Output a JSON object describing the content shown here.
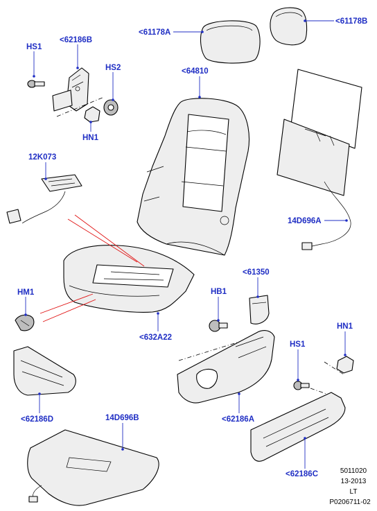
{
  "colors": {
    "callout_text": "#1f2ec4",
    "leader_line": "#1f2ec4",
    "pointer_line": "#e01010",
    "part_fill": "#eeeeee",
    "part_shade": "#bdbdbd",
    "outline": "#000000",
    "background": "#ffffff"
  },
  "callouts": {
    "hs1_top": "HS1",
    "p62186b": "<62186B",
    "hs2": "HS2",
    "hn1_top": "HN1",
    "p61178a": "<61178A",
    "p61178b": "<61178B",
    "p64810": "<64810",
    "p12k073": "12K073",
    "p14d696a": "14D696A",
    "hm1": "HM1",
    "p632a22": "<632A22",
    "p61350": "<61350",
    "hb1": "HB1",
    "hn1_right": "HN1",
    "hs1_right": "HS1",
    "p62186d": "<62186D",
    "p62186a": "<62186A",
    "p14d696b": "14D696B",
    "p62186c": "<62186C"
  },
  "footer": {
    "line1": "5011020",
    "line2": "13-2013",
    "line3": "LT",
    "line4": "P0206711-02"
  }
}
